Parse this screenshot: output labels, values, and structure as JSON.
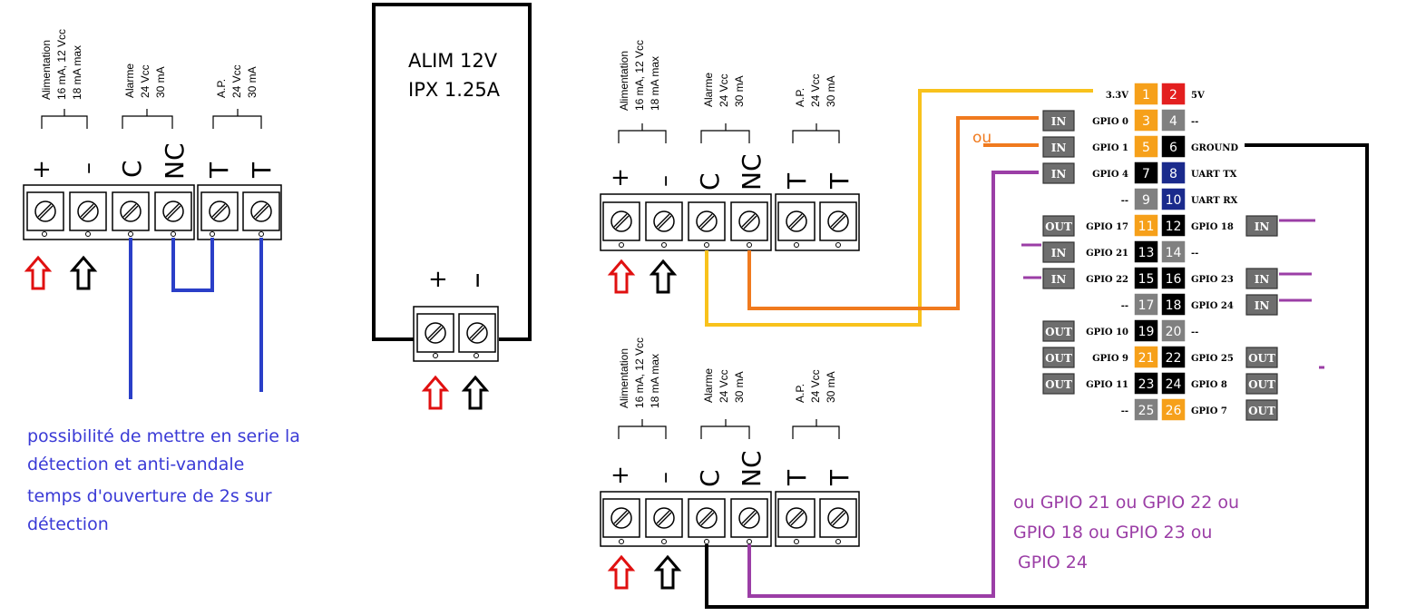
{
  "reader_labels": {
    "supply": [
      "Alimentation",
      "16 mA, 12 Vcc",
      "18 mA max"
    ],
    "alarm": [
      "Alarme",
      "24 Vcc",
      "30 mA"
    ],
    "ap": [
      "A.P.",
      "24 Vcc",
      "30 mA"
    ],
    "terminals": [
      "+",
      "–",
      "C",
      "NC",
      "T",
      "T"
    ]
  },
  "psu": {
    "line1": "ALIM 12V",
    "line2": "IPX 1.25A",
    "plus": "+",
    "minus": "ı"
  },
  "notes": {
    "blue": [
      "possibilité de mettre en serie la",
      "détection et anti-vandale",
      "temps d'ouverture de 2s sur",
      "détection"
    ],
    "orange": "ou",
    "purple": [
      "ou GPIO 21 ou GPIO 22 ou",
      "GPIO 18 ou GPIO 23 ou",
      "GPIO  24"
    ]
  },
  "header": {
    "rows": [
      {
        "left_io": "",
        "left": "3.3V",
        "a": "1",
        "b": "2",
        "right": "5V",
        "right_io": "",
        "ac": "#f6a01a",
        "bc": "#e31f1f"
      },
      {
        "left_io": "IN",
        "left": "GPIO 0",
        "a": "3",
        "b": "4",
        "right": "--",
        "right_io": "",
        "ac": "#f6a01a",
        "bc": "#808080"
      },
      {
        "left_io": "IN",
        "left": "GPIO 1",
        "a": "5",
        "b": "6",
        "right": "GROUND",
        "right_io": "",
        "ac": "#f6a01a",
        "bc": "#000000"
      },
      {
        "left_io": "IN",
        "left": "GPIO 4",
        "a": "7",
        "b": "8",
        "right": "UART TX",
        "right_io": "",
        "ac": "#000000",
        "bc": "#1a2a8c"
      },
      {
        "left_io": "",
        "left": "--",
        "a": "9",
        "b": "10",
        "right": "UART RX",
        "right_io": "",
        "ac": "#808080",
        "bc": "#1a2a8c"
      },
      {
        "left_io": "OUT",
        "left": "GPIO 17",
        "a": "11",
        "b": "12",
        "right": "GPIO 18",
        "right_io": "IN",
        "ac": "#f6a01a",
        "bc": "#000000"
      },
      {
        "left_io": "IN",
        "left": "GPIO 21",
        "a": "13",
        "b": "14",
        "right": "--",
        "right_io": "",
        "ac": "#000000",
        "bc": "#808080"
      },
      {
        "left_io": "IN",
        "left": "GPIO 22",
        "a": "15",
        "b": "16",
        "right": "GPIO 23",
        "right_io": "IN",
        "ac": "#000000",
        "bc": "#000000"
      },
      {
        "left_io": "",
        "left": "--",
        "a": "17",
        "b": "18",
        "right": "GPIO 24",
        "right_io": "IN",
        "ac": "#808080",
        "bc": "#000000"
      },
      {
        "left_io": "OUT",
        "left": "GPIO 10",
        "a": "19",
        "b": "20",
        "right": "--",
        "right_io": "",
        "ac": "#000000",
        "bc": "#808080"
      },
      {
        "left_io": "OUT",
        "left": "GPIO 9",
        "a": "21",
        "b": "22",
        "right": "GPIO 25",
        "right_io": "OUT",
        "ac": "#f6a01a",
        "bc": "#000000"
      },
      {
        "left_io": "OUT",
        "left": "GPIO 11",
        "a": "23",
        "b": "24",
        "right": "GPIO 8",
        "right_io": "OUT",
        "ac": "#000000",
        "bc": "#000000"
      },
      {
        "left_io": "",
        "left": "--",
        "a": "25",
        "b": "26",
        "right": "GPIO 7",
        "right_io": "OUT",
        "ac": "#808080",
        "bc": "#f6a01a"
      }
    ]
  },
  "colors": {
    "blue_wire": "#2a3fc8",
    "yellow_wire": "#f8c21c",
    "orange_wire": "#f07a1e",
    "purple_wire": "#9b3ea6",
    "black_wire": "#000000",
    "arrow_plus": "#e01010",
    "arrow_minus": "#000000"
  }
}
